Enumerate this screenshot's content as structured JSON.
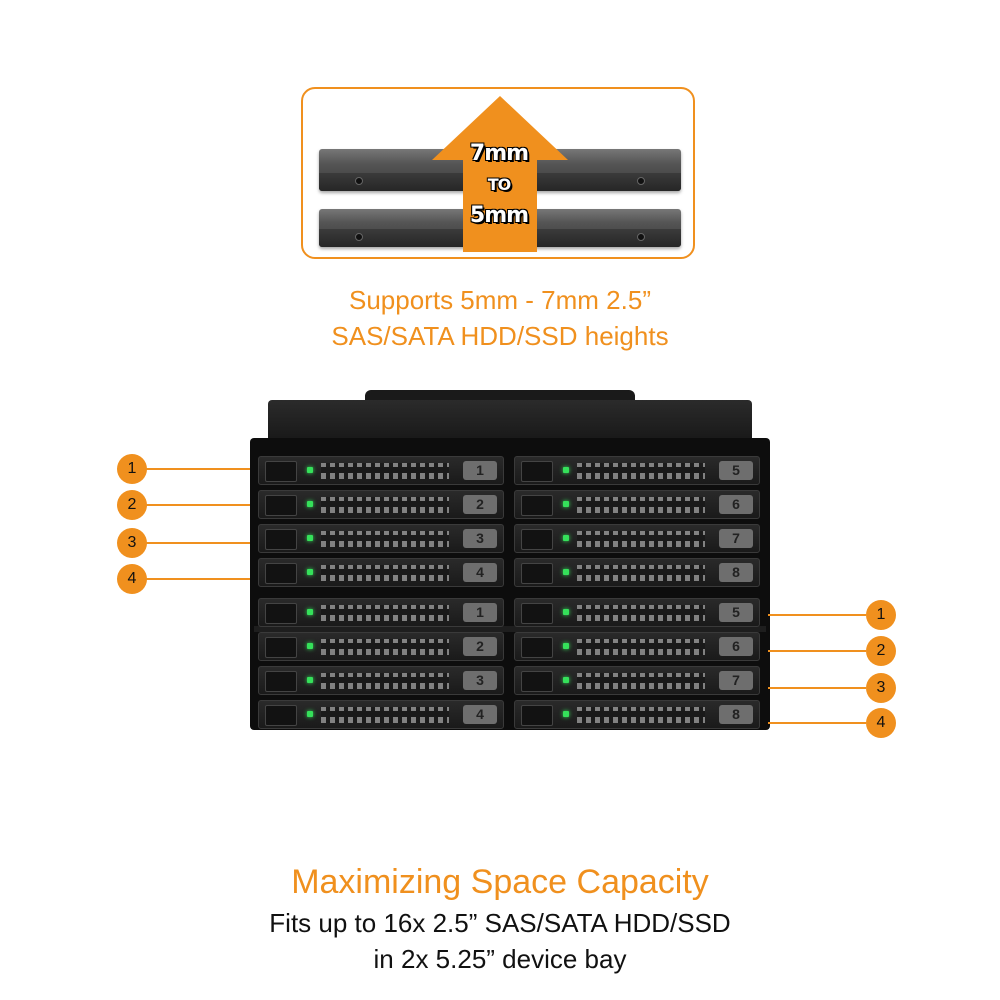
{
  "callout": {
    "arrow_text_top": "7mm",
    "arrow_text_mid": "TO",
    "arrow_text_bottom": "5mm",
    "line1": "Supports 5mm - 7mm 2.5”",
    "line2": "SAS/SATA HDD/SSD heights"
  },
  "enclosure": {
    "trays_left_labels": [
      "1",
      "2",
      "3",
      "4",
      "1",
      "2",
      "3",
      "4"
    ],
    "trays_right_labels": [
      "5",
      "6",
      "7",
      "8",
      "5",
      "6",
      "7",
      "8"
    ]
  },
  "markers": {
    "left": [
      "1",
      "2",
      "3",
      "4"
    ],
    "right": [
      "1",
      "2",
      "3",
      "4"
    ]
  },
  "bottom": {
    "title": "Maximizing Space Capacity",
    "line1": "Fits up to 16x 2.5” SAS/SATA HDD/SSD",
    "line2": "in 2x 5.25” device bay"
  },
  "colors": {
    "accent": "#f0901e",
    "text": "#111111"
  }
}
